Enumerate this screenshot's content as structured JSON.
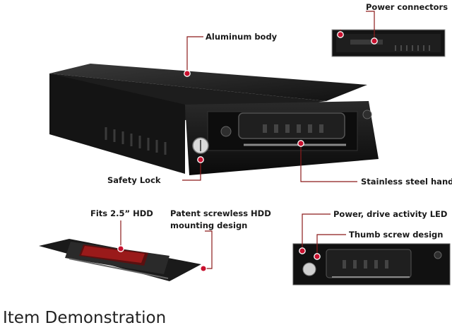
{
  "callouts": {
    "power_connectors": "Power connectors",
    "aluminum_body": "Aluminum body",
    "safety_lock": "Safety Lock",
    "stainless_handle": "Stainless steel handle",
    "fits_hdd": "Fits 2.5” HDD",
    "patent_line1": "Patent screwless HDD",
    "patent_line2": "mounting design",
    "power_led": "Power, drive activity LED",
    "thumb_screw": "Thumb screw design"
  },
  "caption": "Item Demonstration",
  "colors": {
    "accent": "#c8102e",
    "leader": "#8c1b1b"
  }
}
